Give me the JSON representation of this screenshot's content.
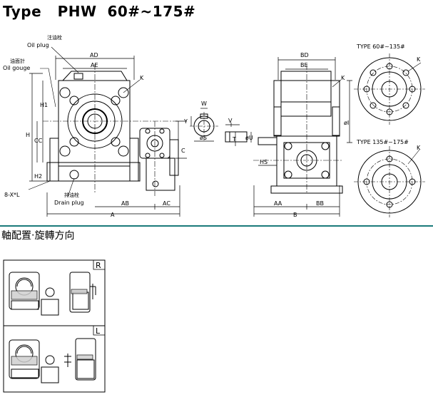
{
  "title": "Type   PHW  60#~175#",
  "labels": {
    "oil_plug_jp": "注油栓",
    "oil_plug": "Oil plug",
    "oil_gauge_jp": "油面計",
    "oil_gauge": "Oil gouge",
    "drain_plug_jp": "排油栓",
    "drain_plug": "Drain plug",
    "bolt_spec": "8-X*L",
    "type_small": "TYPE 60#~135#",
    "type_large": "TYPE 135#~175#"
  },
  "dims": {
    "AD": "AD",
    "AE": "AE",
    "K": "K",
    "H": "H",
    "CC": "CC",
    "H1": "H1",
    "H2": "H2",
    "A": "A",
    "AB": "AB",
    "AC": "AC",
    "C": "C",
    "W": "W",
    "Y": "Y",
    "phiS": "øS",
    "V": "V",
    "T": "T",
    "phiU": "øU",
    "BD": "BD",
    "BE": "BE",
    "phiI": "øI",
    "HS": "HS",
    "AA": "AA",
    "BB": "BB",
    "B": "B"
  },
  "section": {
    "heading": "軸配置‧旋轉方向"
  },
  "rotation": {
    "right": "R",
    "left": "L"
  }
}
